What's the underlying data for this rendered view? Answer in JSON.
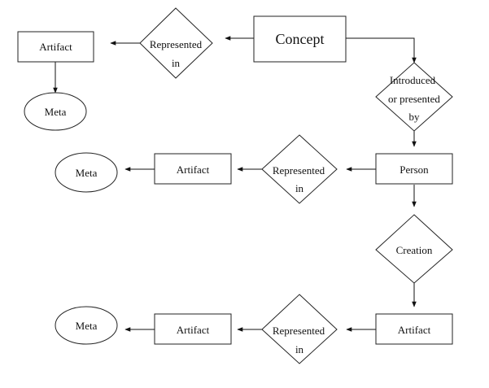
{
  "diagram": {
    "nodes": {
      "concept": "Concept",
      "artifact_1": "Artifact",
      "meta_1": "Meta",
      "rel_represented_1": [
        "Represented",
        "in"
      ],
      "rel_introduced": [
        "Introduced",
        "or presented",
        "by"
      ],
      "person": "Person",
      "artifact_2": "Artifact",
      "meta_2": "Meta",
      "rel_represented_2": [
        "Represented",
        "in"
      ],
      "rel_creation": "Creation",
      "artifact_3": "Artifact",
      "artifact_4": "Artifact",
      "meta_3": "Meta",
      "rel_represented_3": [
        "Represented",
        "in"
      ]
    },
    "colors": {
      "stroke": "#222222",
      "fill": "#ffffff",
      "text": "#111111"
    }
  }
}
